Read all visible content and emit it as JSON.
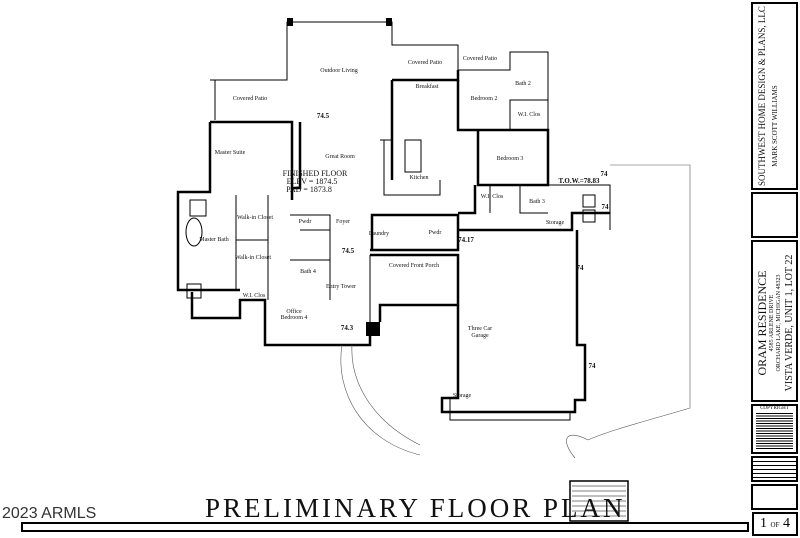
{
  "title": "PRELIMINARY FLOOR PLAN",
  "watermark": "2023 ARMLS",
  "title_block": {
    "company": "SOUTHWEST HOME DESIGN & PLANS, LLC",
    "designer": "MARK SCOTT WILLIAMS",
    "project": "ORAM RESIDENCE",
    "address1": "4585 ARLENE DRIVE",
    "address2": "ORCHARD LAKE, MICHIGAN 48323",
    "lot": "VISTA VERDE, UNIT 1, LOT 22",
    "copyright": "COPYRIGHT",
    "sheet": "1",
    "sheet_of": "OF",
    "sheet_total": "4"
  },
  "finished_floor": {
    "line1": "FINISHED FLOOR",
    "line2": "ELEV = 1874.5",
    "line3": "PAD = 1873.8"
  },
  "rooms": [
    "Outdoor Living",
    "Covered Patio",
    "Covered Patio",
    "Covered Patio",
    "Breakfast",
    "Bedroom 2",
    "Bath 2",
    "W.I. Clos",
    "Master Suite",
    "Great Room",
    "Kitchen",
    "Bedroom 3",
    "Walk-in Closet",
    "Master Bath",
    "Walk-in Closet",
    "Pwdr",
    "Foyer",
    "Laundry",
    "Pwdr",
    "Bath 4",
    "W.I. Clos",
    "Covered Front Porch",
    "Entry Tower",
    "Office",
    "Bedroom 4",
    "Three Car",
    "Garage",
    "Storage",
    "Storage",
    "W.I. Clos",
    "Bath 3"
  ],
  "elevations": [
    "74.5",
    "74.5",
    "74.3",
    "74.17",
    "T.O.W.=78.83",
    "74",
    "74",
    "74",
    "74"
  ],
  "colors": {
    "ink": "#000000",
    "paper": "#ffffff"
  }
}
